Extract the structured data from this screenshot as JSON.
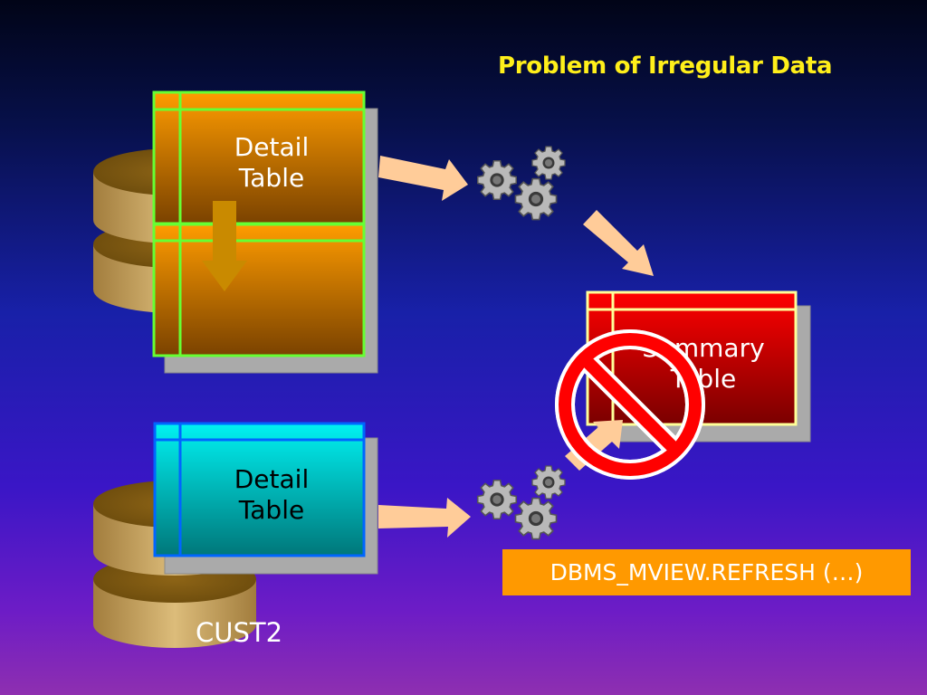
{
  "title": "Problem of Irregular Data",
  "detail_table_1": {
    "line1": "Detail",
    "line2": "Table"
  },
  "detail_table_2": {
    "line1": "Detail",
    "line2": "Table"
  },
  "summary_table": {
    "line1": "Summary",
    "line2": "Table"
  },
  "database_2_label": "CUST2",
  "refresh_command": "DBMS_MVIEW.REFRESH (…)",
  "colors": {
    "title": "#ffef1a",
    "detail_table_1_fill": "#ff9900",
    "detail_table_1_border": "#66ff33",
    "detail_table_2_fill": "#00e6e6",
    "detail_table_2_border": "#0066ff",
    "summary_table_fill": "#ee0000",
    "summary_table_border": "#ffff99",
    "arrow": "#ffcc99",
    "command_box": "#ff9900",
    "prohibited_sign": "#ff0000",
    "database": "#c9a35a"
  },
  "icons": {
    "gears_top": "gears-icon",
    "gears_bottom": "gears-icon",
    "prohibited": "prohibited-icon",
    "database": "database-icon"
  }
}
